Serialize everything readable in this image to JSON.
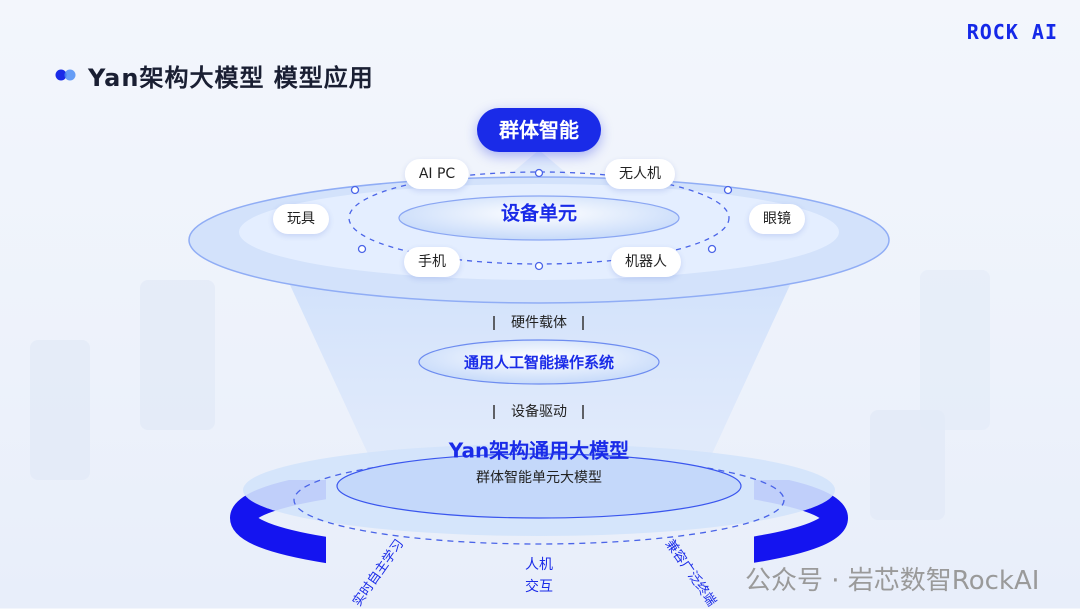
{
  "header": {
    "title": "Yan架构大模型 模型应用",
    "logo": "ROCK AI"
  },
  "diagram": {
    "top_node": "群体智能",
    "device_unit": "设备单元",
    "devices": [
      "AI PC",
      "无人机",
      "玩具",
      "眼镜",
      "手机",
      "机器人"
    ],
    "link1": "硬件载体",
    "os": "通用人工智能操作系统",
    "link2": "设备驱动",
    "model_title": "Yan架构通用大模型",
    "model_subtitle": "群体智能单元大模型",
    "features": {
      "left": "实时自主学习",
      "center_line1": "人机",
      "center_line2": "交互",
      "right": "兼容广泛终端"
    }
  },
  "watermark": "公众号 · 岩芯数智RockAI",
  "colors": {
    "accent": "#1a2be8",
    "disc": "#c9dcfb"
  }
}
